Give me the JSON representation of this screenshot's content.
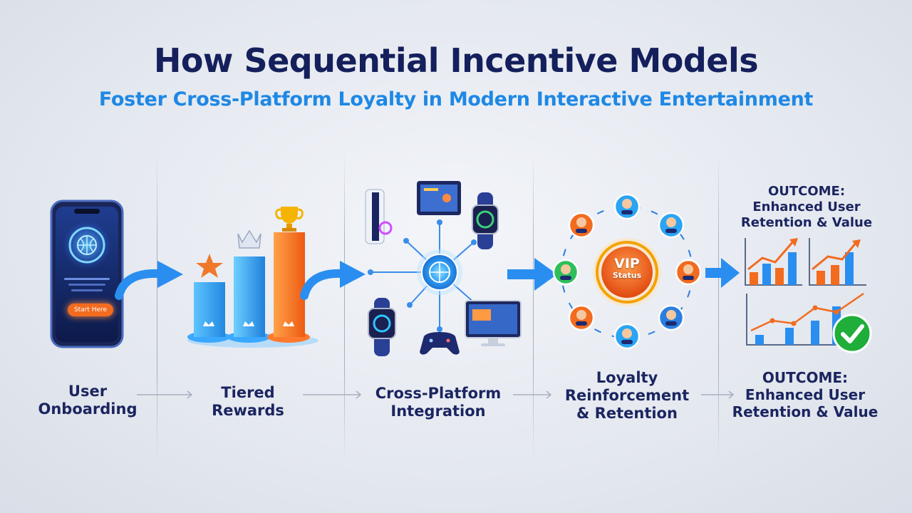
{
  "header": {
    "title": "How Sequential Incentive Models",
    "subtitle": "Foster Cross-Platform Loyalty in Modern Interactive Entertainment"
  },
  "stages": [
    {
      "line1": "User",
      "line2": "Onboarding"
    },
    {
      "line1": "Tiered",
      "line2": "Rewards"
    },
    {
      "line1": "Cross-Platform",
      "line2": "Integration"
    },
    {
      "line1": "Loyalty",
      "line2": "Reinforcement",
      "line3": "& Retention"
    },
    {
      "line1": "OUTCOME:",
      "line2": "Enhanced User",
      "line3": "Retention & Value"
    }
  ],
  "outcome_header": {
    "line1": "OUTCOME:",
    "line2": "Enhanced User",
    "line3": "Retention & Value"
  },
  "phone": {
    "button_label": "Start Here"
  },
  "vip": {
    "line1": "VIP",
    "line2": "Status"
  },
  "colors": {
    "navy": "#141f5c",
    "accent_blue": "#1e88e5",
    "orange": "#f26b1f",
    "bar_blue": "#2a8ef0",
    "green_check": "#1fae3a"
  }
}
